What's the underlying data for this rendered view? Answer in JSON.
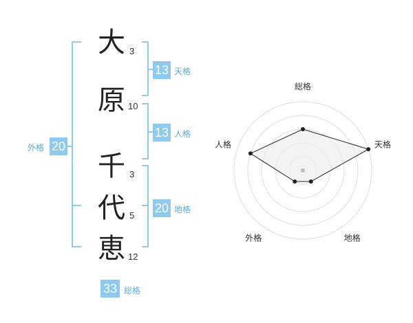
{
  "name": {
    "surname": [
      {
        "char": "大",
        "strokes": "3"
      },
      {
        "char": "原",
        "strokes": "10"
      }
    ],
    "given": [
      {
        "char": "千",
        "strokes": "3"
      },
      {
        "char": "代",
        "strokes": "5"
      },
      {
        "char": "恵",
        "strokes": "12"
      }
    ]
  },
  "fortunes": {
    "tenkaku": {
      "label": "天格",
      "value": "13"
    },
    "jinkaku": {
      "label": "人格",
      "value": "13"
    },
    "chikaku": {
      "label": "地格",
      "value": "20"
    },
    "gaikaku": {
      "label": "外格",
      "value": "20"
    },
    "soukaku": {
      "label": "総格",
      "value": "33"
    }
  },
  "colors": {
    "accent": "#8ec9f0",
    "accent_text": "#5aaee0",
    "radar_fill": "#eeeeee",
    "radar_line": "#222222"
  },
  "chart_data": {
    "type": "radar",
    "axes": [
      "総格",
      "天格",
      "地格",
      "外格",
      "人格"
    ],
    "values": [
      3,
      5,
      1,
      1,
      4
    ],
    "max": 5
  }
}
